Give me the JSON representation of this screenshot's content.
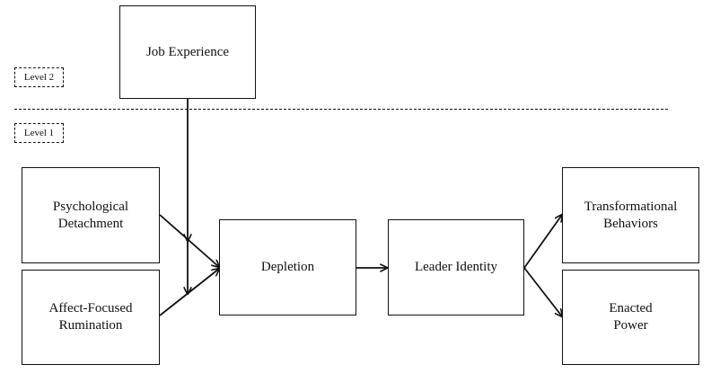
{
  "levels": {
    "level2": "Level 2",
    "level1": "Level 1"
  },
  "nodes": {
    "job_experience": "Job Experience",
    "psychological_detachment": "Psychological\nDetachment",
    "affect_focused_rumination": "Affect-Focused\nRumination",
    "depletion": "Depletion",
    "leader_identity": "Leader Identity",
    "transformational_behaviors": "Transformational\nBehaviors",
    "enacted_power": "Enacted\nPower"
  }
}
